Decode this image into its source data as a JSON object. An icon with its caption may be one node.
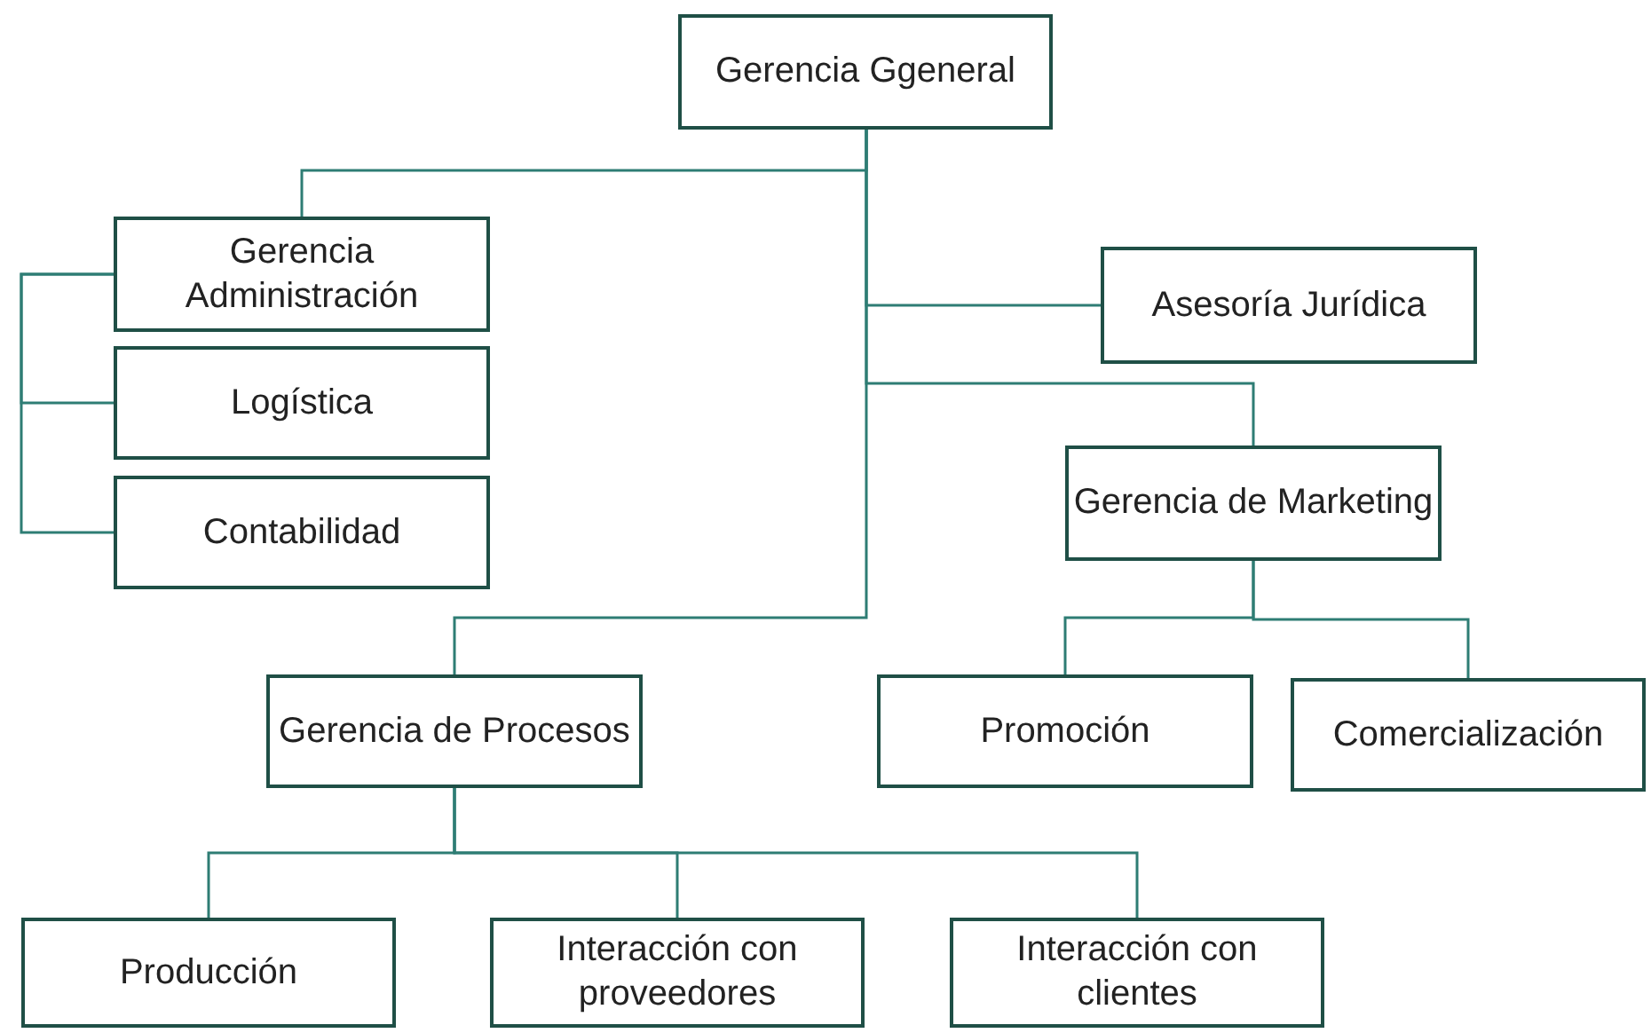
{
  "diagram": {
    "nodes": [
      {
        "text": [
          "Gerencia Ggeneral"
        ]
      },
      {
        "text": [
          "Gerencia Administración"
        ]
      },
      {
        "text": [
          "Logística"
        ]
      },
      {
        "text": [
          "Contabilidad"
        ]
      },
      {
        "text": [
          "Asesoría Jurídica"
        ]
      },
      {
        "text": [
          "Gerencia de Marketing"
        ]
      },
      {
        "text": [
          "Gerencia de Procesos"
        ]
      },
      {
        "text": [
          "Promoción"
        ]
      },
      {
        "text": [
          "Comercialización"
        ]
      },
      {
        "text": [
          "Producción"
        ]
      },
      {
        "text": [
          "Interacción con proveedores"
        ]
      },
      {
        "text": [
          "Interacción con clientes"
        ]
      }
    ],
    "edges": [
      {
        "from": 0,
        "to": 1,
        "arrow": "none"
      },
      {
        "from": 0,
        "to": 4,
        "arrow": "none"
      },
      {
        "from": 0,
        "to": 5,
        "arrow": "none"
      },
      {
        "from": 0,
        "to": 6,
        "arrow": "none"
      },
      {
        "from": 1,
        "to": 2,
        "arrow": "none"
      },
      {
        "from": 1,
        "to": 3,
        "arrow": "none"
      },
      {
        "from": 5,
        "to": 7,
        "arrow": "none"
      },
      {
        "from": 5,
        "to": 8,
        "arrow": "none"
      },
      {
        "from": 6,
        "to": 9,
        "arrow": "none"
      },
      {
        "from": 6,
        "to": 10,
        "arrow": "none"
      },
      {
        "from": 6,
        "to": 11,
        "arrow": "none"
      }
    ]
  }
}
